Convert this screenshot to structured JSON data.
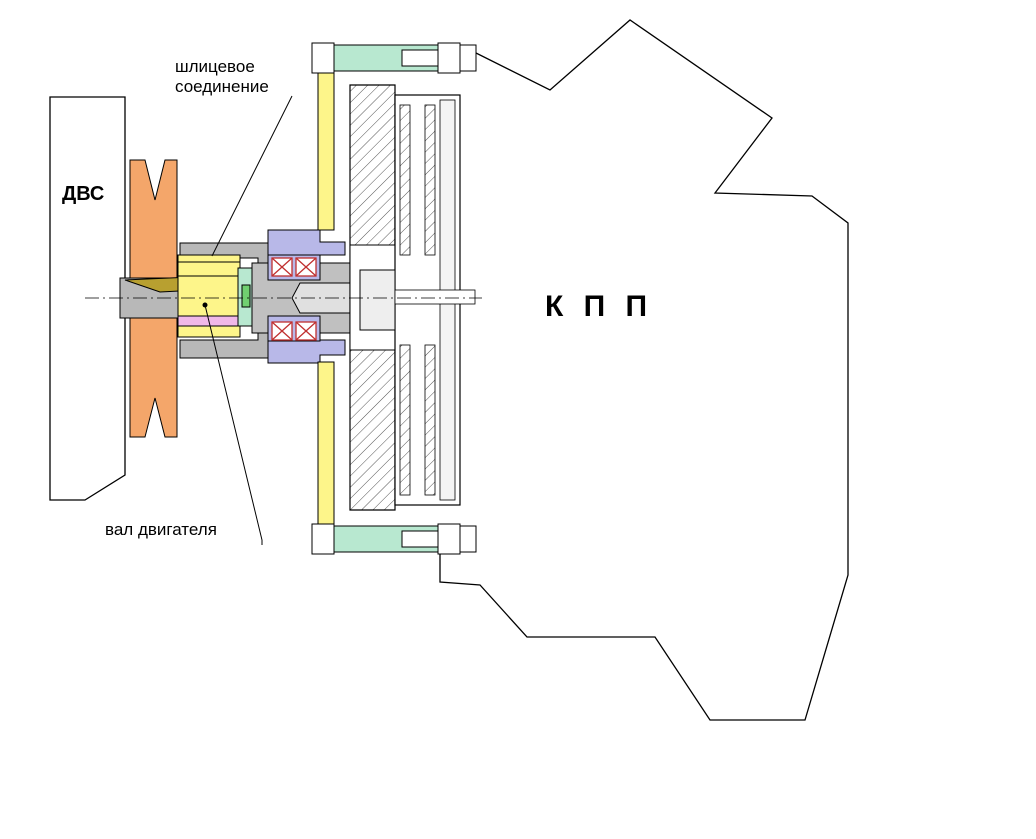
{
  "labels": {
    "engine": "ДВС",
    "gearbox": "К П П",
    "spline_line1": "шлицевое",
    "spline_line2": "соединение",
    "engine_shaft": "вал двигателя"
  },
  "colors": {
    "pulley": "#f4a66a",
    "flange_yellow": "#fdf58a",
    "bearing_housing": "#b8b8e8",
    "bolt_green": "#b8e8d0",
    "bearing_red": "#e06060",
    "shaft_olive": "#b8a030",
    "coupling_pink": "#f0b8e8",
    "coupling_green": "#70d070",
    "hub_gray": "#b0b0b0",
    "line": "#000000"
  }
}
